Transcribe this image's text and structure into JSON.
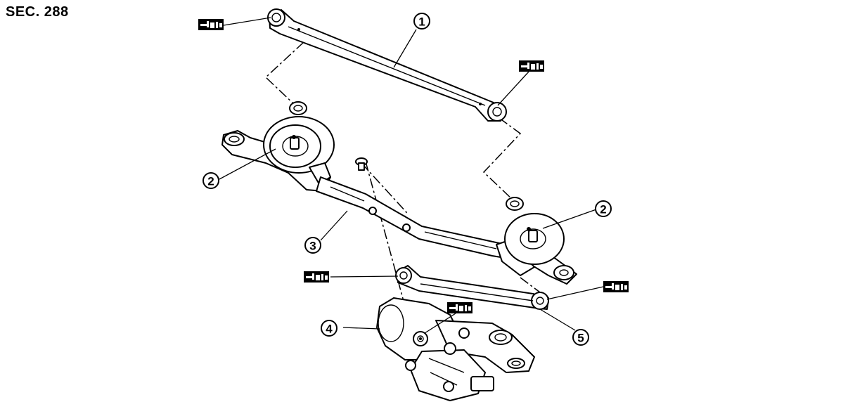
{
  "section_label": "SEC. 288",
  "callouts": [
    {
      "id": "c1",
      "number": "1"
    },
    {
      "id": "c2a",
      "number": "2"
    },
    {
      "id": "c2b",
      "number": "2"
    },
    {
      "id": "c3",
      "number": "3"
    },
    {
      "id": "c4",
      "number": "4"
    },
    {
      "id": "c5",
      "number": "5"
    }
  ],
  "grease_symbols": [
    {
      "id": "g-top-left",
      "icon": "grease-apply-icon"
    },
    {
      "id": "g-top-right",
      "icon": "grease-apply-icon"
    },
    {
      "id": "g-mid-left",
      "icon": "grease-apply-icon"
    },
    {
      "id": "g-mid-right",
      "icon": "grease-apply-icon"
    },
    {
      "id": "g-motor",
      "icon": "grease-apply-icon"
    }
  ]
}
